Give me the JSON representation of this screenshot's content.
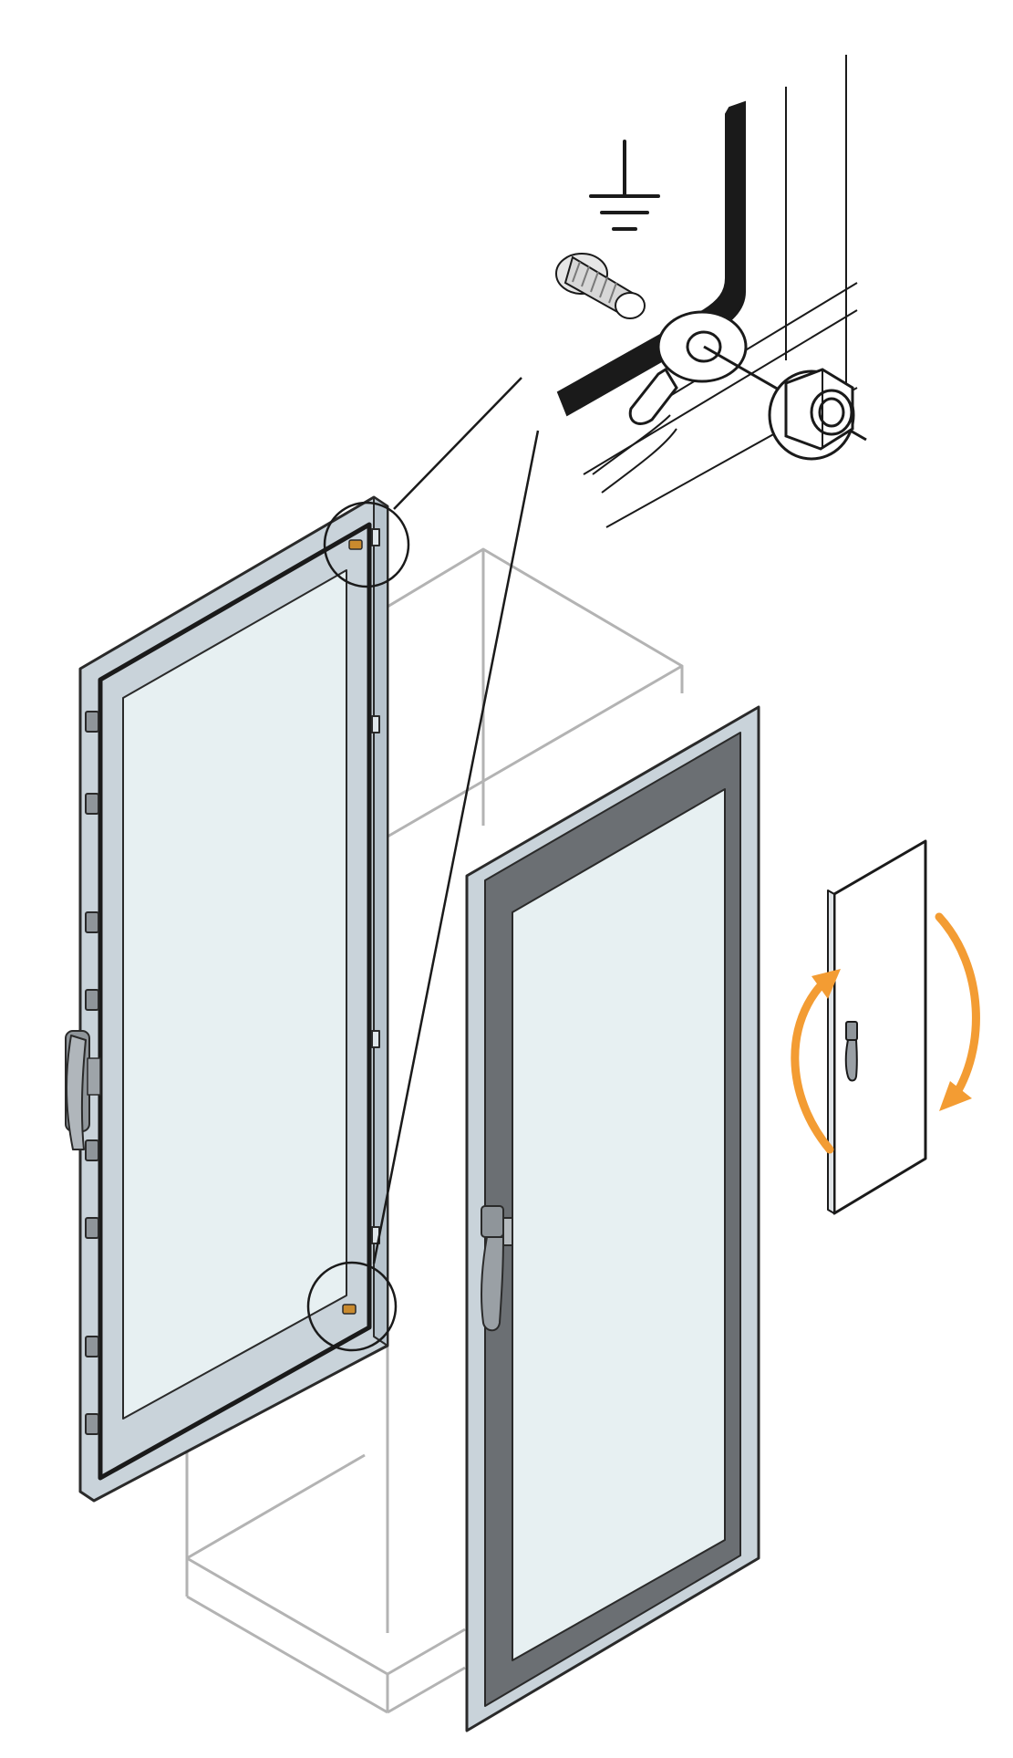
{
  "diagram": {
    "type": "assembly-instruction-illustration",
    "labels": [],
    "components": [
      "cabinet-outline",
      "door-rear-view",
      "door-front-view",
      "small-door-reversal",
      "earthing-detail"
    ],
    "icons": [
      "ground-symbol-icon",
      "rotate-arrows-icon"
    ],
    "colors": {
      "line": "#1a1a1a",
      "cabinet": "#b3b3b3",
      "door_frame": "#c9d3da",
      "glass": "#e7f0f2",
      "glass_border": "#6b6f73",
      "cable": "#1a1a1a",
      "arrow": "#f39c33",
      "handle": "#8f959a"
    }
  }
}
